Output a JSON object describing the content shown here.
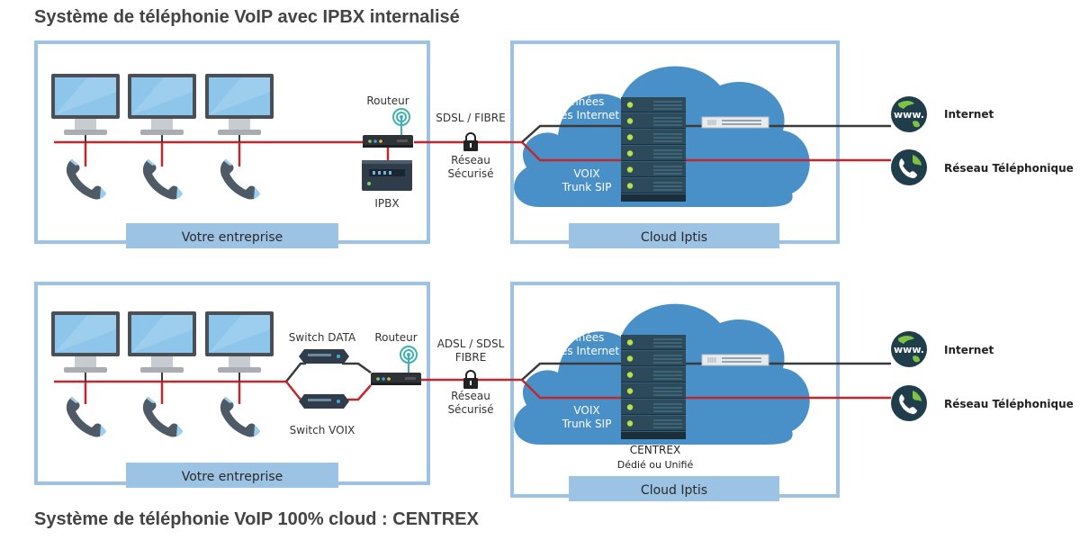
{
  "title_top": "Système de téléphonie VoIP avec IPBX internalisé",
  "title_bottom": "Système de téléphonie VoIP 100% cloud : CENTREX",
  "colors": {
    "frame": "#9cc3e4",
    "label_bar": "#9cc3e4",
    "cloud": "#4a90c8",
    "red_line": "#c0282e",
    "dark_line": "#3a3a3a",
    "server": "#2c4a5a",
    "globe": "#1f3d4a"
  },
  "top": {
    "router_label": "Routeur",
    "link_label": "SDSL / FIBRE",
    "secure_label_1": "Réseau",
    "secure_label_2": "Sécurisé",
    "ipbx_label": "IPBX",
    "data_label_1": "Données",
    "data_label_2": "Accès Internet",
    "voice_label_1": "VOIX",
    "voice_label_2": "Trunk SIP",
    "company_label": "Votre entreprise",
    "cloud_label": "Cloud Iptis",
    "internet_label": "Internet",
    "phone_network_label": "Réseau Téléphonique"
  },
  "bottom": {
    "switch_data_label": "Switch DATA",
    "switch_voice_label": "Switch VOIX",
    "router_label": "Routeur",
    "link_label_1": "ADSL / SDSL",
    "link_label_2": "FIBRE",
    "secure_label_1": "Réseau",
    "secure_label_2": "Sécurisé",
    "data_label_1": "Données",
    "data_label_2": "Accès Internet",
    "voice_label_1": "VOIX",
    "voice_label_2": "Trunk SIP",
    "centrex_label_1": "CENTREX",
    "centrex_label_2": "Dédié ou Unifié",
    "company_label": "Votre entreprise",
    "cloud_label": "Cloud Iptis",
    "internet_label": "Internet",
    "phone_network_label": "Réseau Téléphonique"
  },
  "icons": [
    "monitor-icon",
    "phone-handset-icon",
    "router-icon",
    "ipbx-icon",
    "switch-icon",
    "lock-icon",
    "server-rack-icon",
    "firewall-icon",
    "globe-www-icon",
    "globe-phone-icon",
    "cloud-icon"
  ]
}
